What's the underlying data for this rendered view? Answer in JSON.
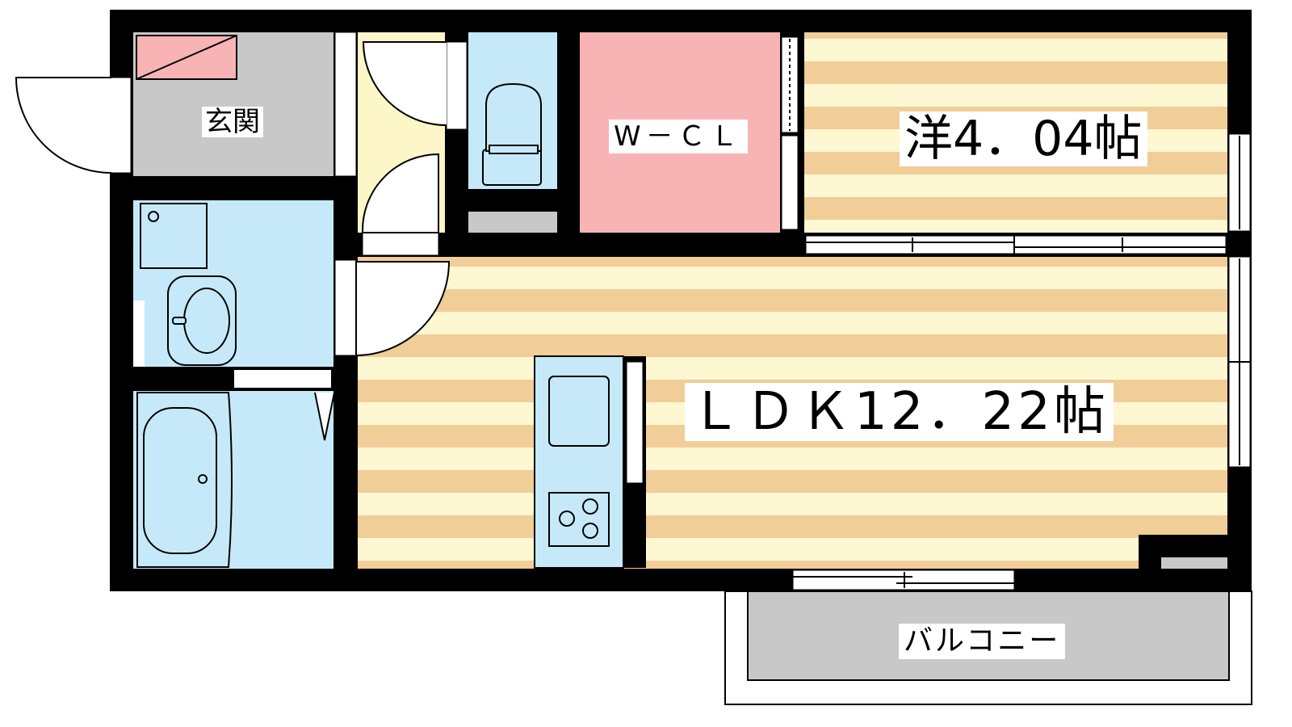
{
  "rooms": {
    "entrance": "玄関",
    "walk_in_closet": "W－ＣＬ",
    "western_room": "洋4．04帖",
    "ldk": "ＬＤＫ12．22帖",
    "balcony": "バルコニー"
  },
  "colors": {
    "wall": "#000000",
    "entrance_floor": "#c8c8c8",
    "wet_area": "#c5e9f8",
    "closet": "#f8b4b4",
    "corridor": "#fcf6c8",
    "floor_stripe_light": "#fdf7d2",
    "floor_stripe_dark": "#f1cd98",
    "balcony_floor": "#c8c8c8"
  }
}
